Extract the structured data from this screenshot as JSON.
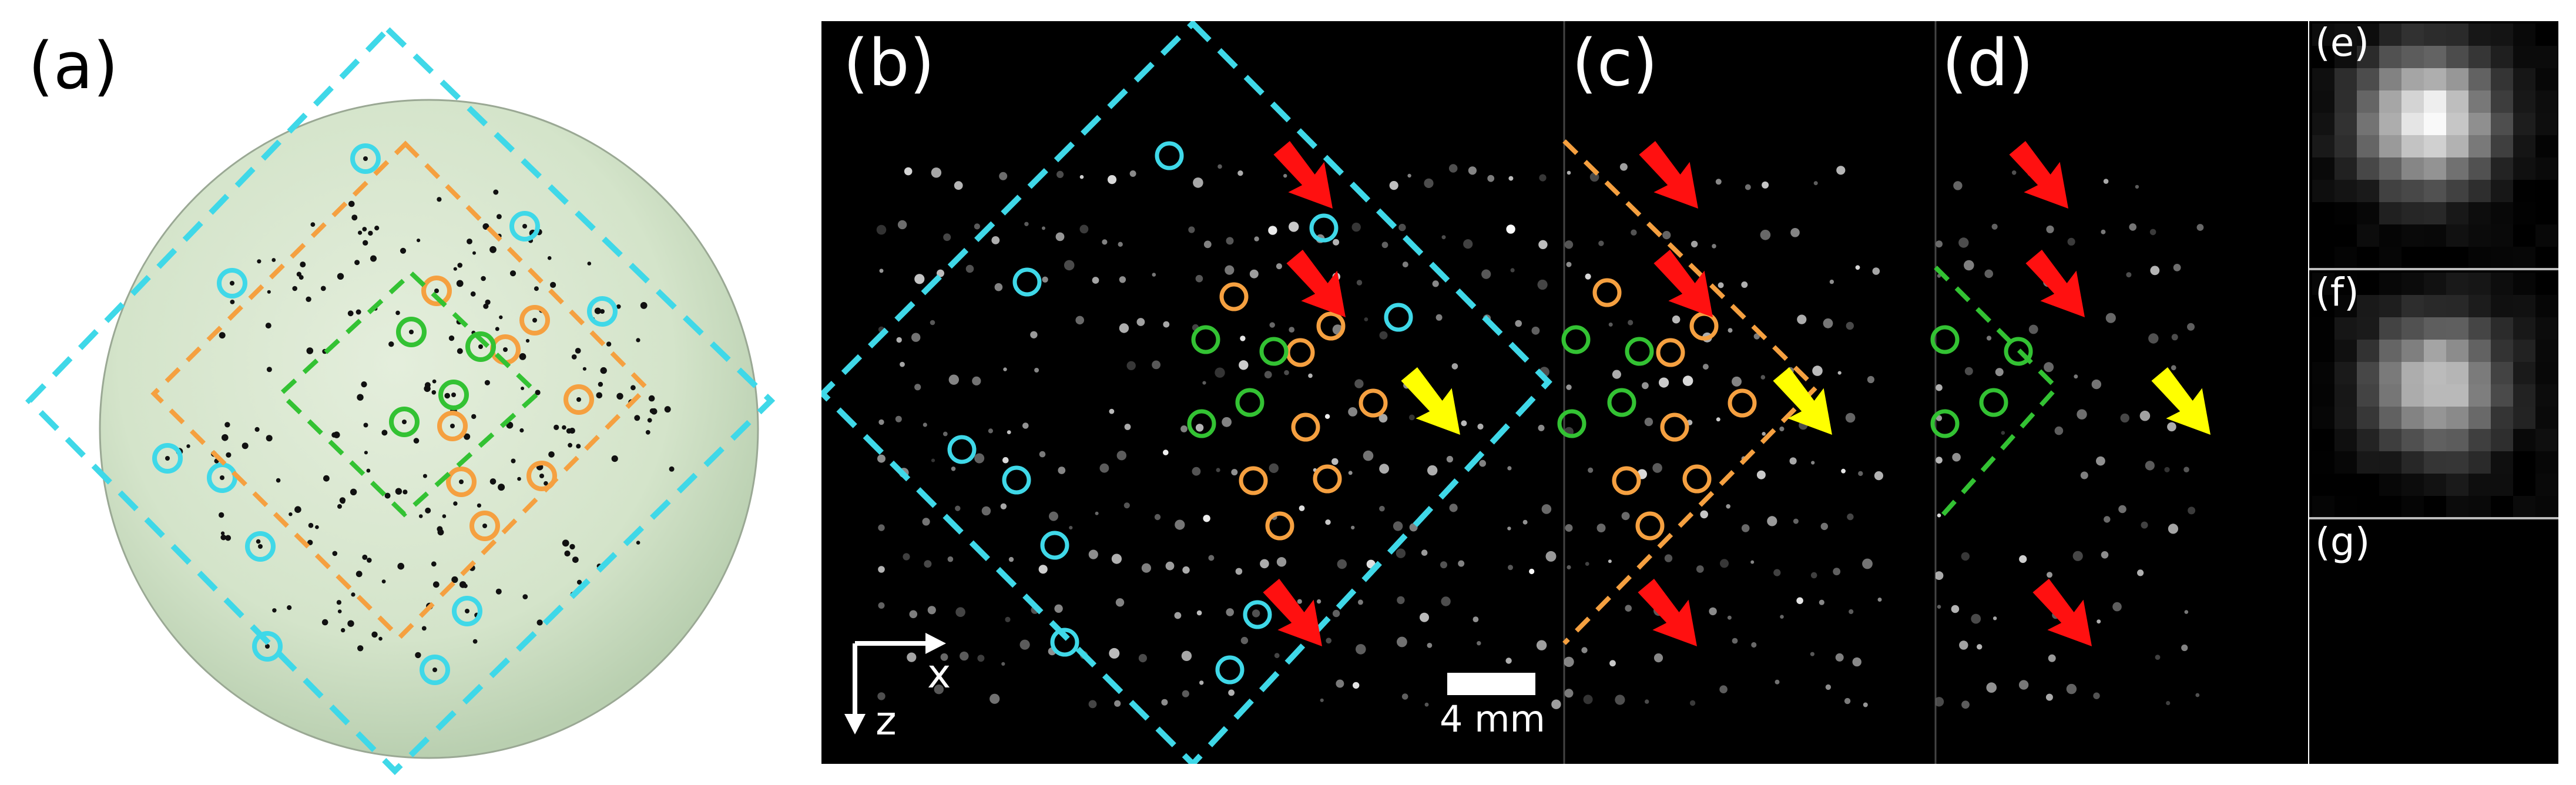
{
  "panels": {
    "a": {
      "label": "(a)"
    },
    "b": {
      "label": "(b)"
    },
    "c": {
      "label": "(c)"
    },
    "d": {
      "label": "(d)"
    },
    "e": {
      "label": "(e)"
    },
    "f": {
      "label": "(f)"
    },
    "g": {
      "label": "(g)"
    }
  },
  "axes": {
    "x_label": "x",
    "z_label": "z"
  },
  "scale_bar": {
    "label": "4 mm"
  },
  "colors": {
    "cyan": "#3fd8e8",
    "orange": "#f5a040",
    "green": "#33c233",
    "red": "#ff1010",
    "yellow": "#ffff00",
    "disk": "#d6e6cc",
    "background_dark": "#000000"
  },
  "icons": [
    "red-arrow-icon",
    "yellow-arrow-icon",
    "axis-arrow-icon"
  ]
}
